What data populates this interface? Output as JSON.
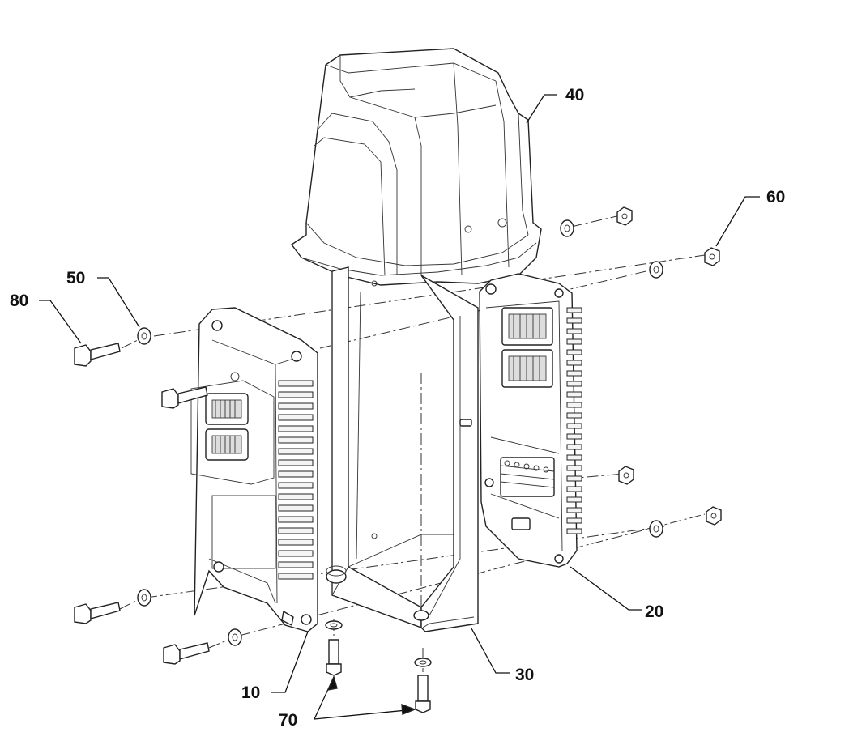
{
  "callouts": {
    "c10": "10",
    "c20": "20",
    "c30": "30",
    "c40": "40",
    "c50": "50",
    "c60": "60",
    "c70": "70",
    "c80": "80"
  },
  "colors": {
    "line": "#222222",
    "background": "#ffffff"
  }
}
